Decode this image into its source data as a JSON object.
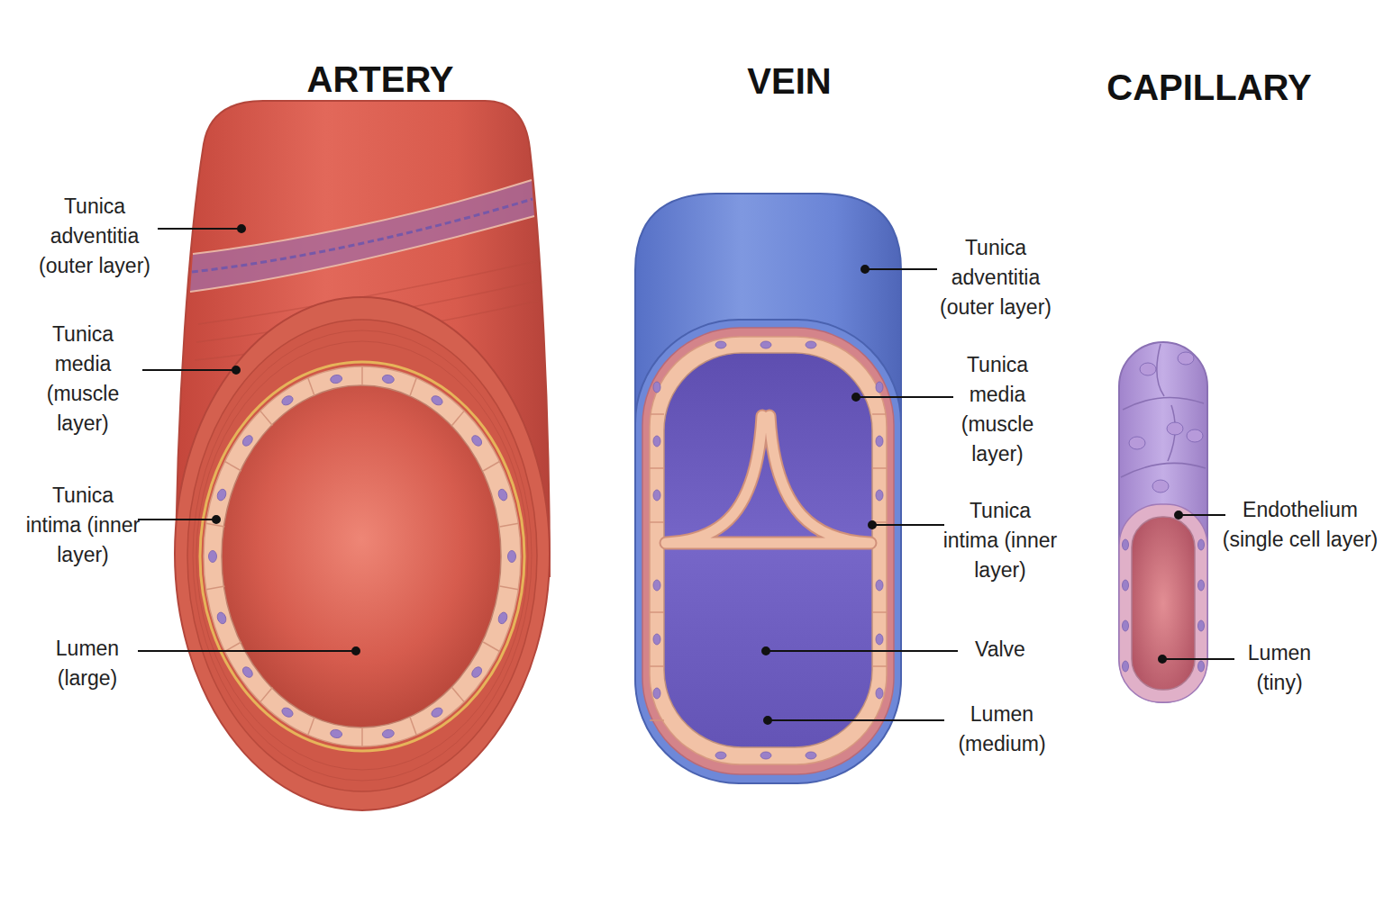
{
  "diagram": {
    "nodes": [
      {
        "text": [
          "ARTERY"
        ]
      },
      {
        "text": [
          "VEIN"
        ]
      },
      {
        "text": [
          "CAPILLARY"
        ]
      }
    ],
    "labels": [
      "Tunica adventitia (outer layer)",
      "Tunica media (muscle layer)",
      "Tunica intima (inner layer)",
      "Lumen (large)",
      "Tunica adventitia (outer layer)",
      "Tunica media (muscle layer)",
      "Tunica intima (inner layer)",
      "Valve",
      "Lumen (medium)",
      "Endothelium (single cell layer)",
      "Lumen (tiny)"
    ]
  }
}
